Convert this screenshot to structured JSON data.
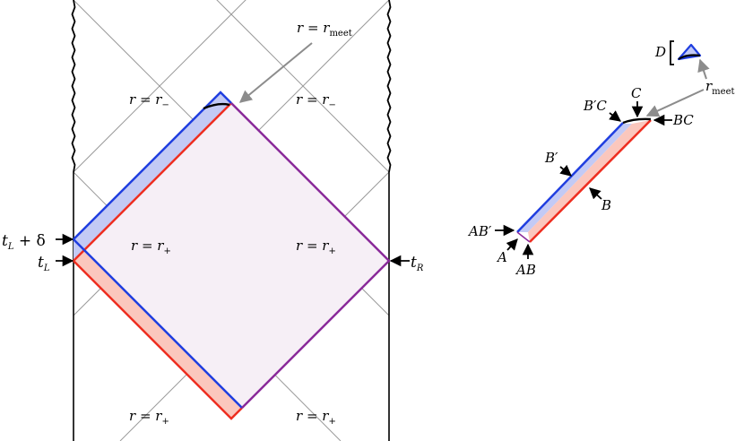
{
  "colors": {
    "blue": "#1f3ee0",
    "red": "#ee2e20",
    "purple": "#8a2a9a",
    "blue_fill": "#c3caf5",
    "red_fill": "#fbc7bd",
    "purple_fill": "#f6eff6",
    "gray": "#8c8c8c"
  },
  "labels": {
    "r_meet_main": {
      "var": "r",
      "eq": " = ",
      "var2": "r",
      "sub": "meet"
    },
    "r_minus_left": {
      "var": "r",
      "eq": " = ",
      "var2": "r",
      "sub": "−"
    },
    "r_minus_right": {
      "var": "r",
      "eq": " = ",
      "var2": "r",
      "sub": "−"
    },
    "r_plus_mid_left": {
      "var": "r",
      "eq": " = ",
      "var2": "r",
      "sub": "+"
    },
    "r_plus_mid_right": {
      "var": "r",
      "eq": " = ",
      "var2": "r",
      "sub": "+"
    },
    "r_plus_bot_left": {
      "var": "r",
      "eq": " = ",
      "var2": "r",
      "sub": "+"
    },
    "r_plus_bot_right": {
      "var": "r",
      "eq": " = ",
      "var2": "r",
      "sub": "+"
    },
    "tL_delta": {
      "var": "t",
      "sub": "L",
      "rest": " + δ"
    },
    "tL": {
      "var": "t",
      "sub": "L"
    },
    "tR": {
      "var": "t",
      "sub": "R"
    },
    "D": "D",
    "r_meet_side": {
      "var": "r",
      "sub": "meet"
    },
    "C": "C",
    "BpC": "B′C",
    "BC": "BC",
    "Bp": "B′",
    "B": "B",
    "ABp": "AB′",
    "A": "A",
    "AB": "AB"
  }
}
